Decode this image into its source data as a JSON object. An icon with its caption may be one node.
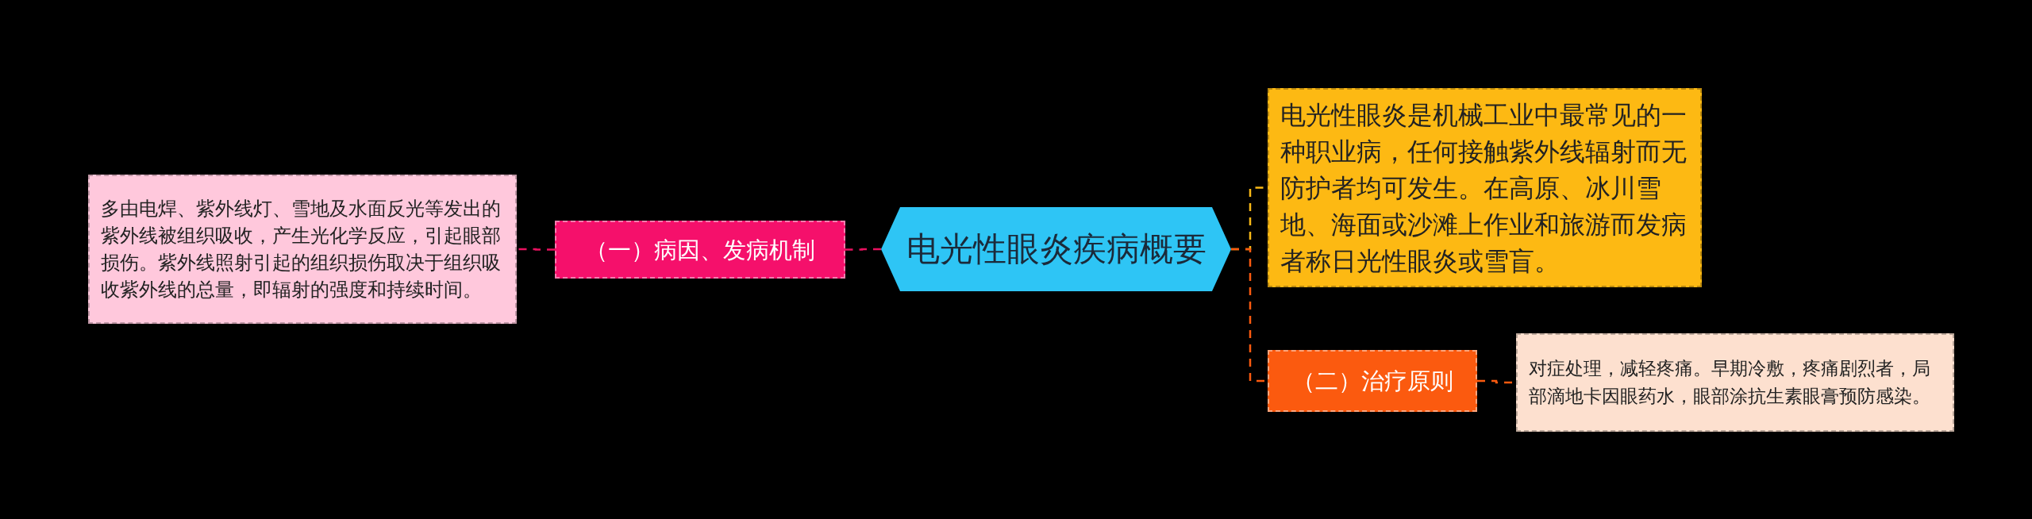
{
  "diagram": {
    "nodes": [
      {
        "text": [
          "电光性眼炎疾病概要"
        ]
      },
      {
        "text": [
          "（一）病因、发病机制"
        ]
      },
      {
        "text": [
          "多由电焊、紫外线灯、雪地及水面反光等发出的紫外线被组织吸收，产生光化学反应，引起眼部损伤。紫外线照射引起的组织损伤取决于组织吸收紫外线的总量，即辐射的强度和持续时间。"
        ]
      },
      {
        "text": [
          "电光性眼炎是机械工业中最常见的一种职业病，任何接触紫外线辐射而无防护者均可发生。在高原、冰川雪地、海面或沙滩上作业和旅游而发病者称日光性眼炎或雪盲。"
        ]
      },
      {
        "text": [
          "（二）治疗原则"
        ]
      },
      {
        "text": [
          "对症处理，减轻疼痛。早期冷敷，疼痛剧烈者，局部滴地卡因眼药水，眼部涂抗生素眼膏预防感染。"
        ]
      }
    ],
    "edges": [
      {
        "from": 0,
        "to": 1,
        "arrow": "none",
        "color": "#e8115f"
      },
      {
        "from": 1,
        "to": 2,
        "arrow": "none",
        "color": "#e8115f"
      },
      {
        "from": 0,
        "to": 3,
        "arrow": "none",
        "color": "#f9b916"
      },
      {
        "from": 0,
        "to": 4,
        "arrow": "none",
        "color": "#fb5a0f"
      },
      {
        "from": 4,
        "to": 5,
        "arrow": "none",
        "color": "#fb5a0f"
      }
    ]
  }
}
